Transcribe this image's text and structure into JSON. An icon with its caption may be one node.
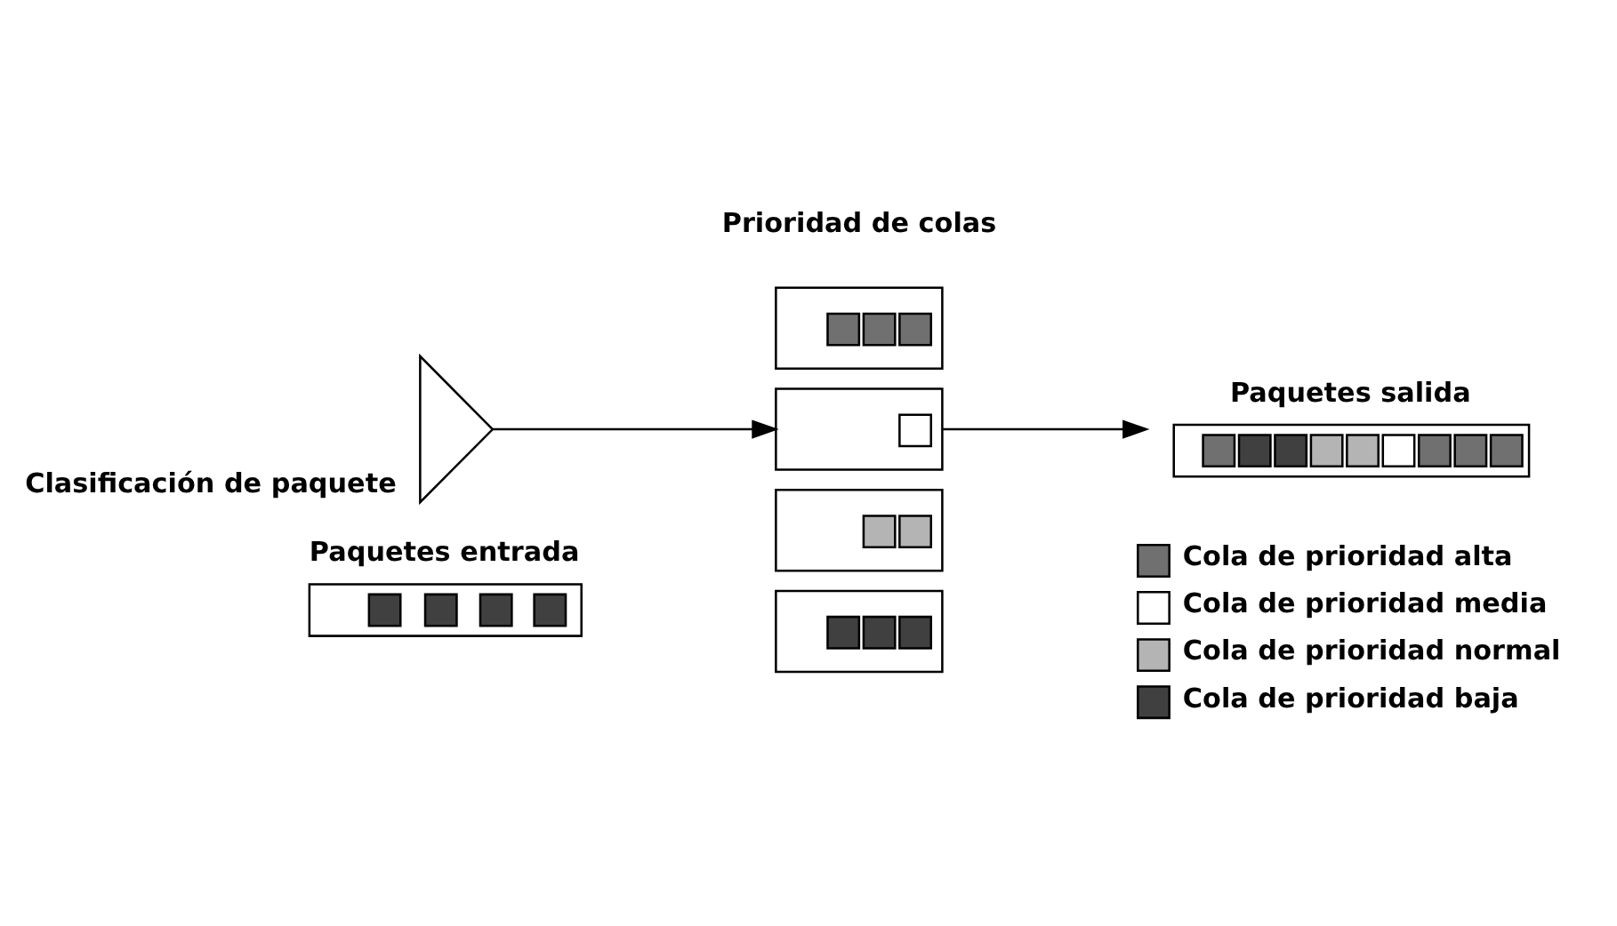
{
  "diagram": {
    "nodes": [
      {
        "text": [
          "Paquetes entrada"
        ]
      },
      {
        "text": [
          "Clasificación de paquete"
        ]
      },
      {
        "text": [],
        "shape": "box"
      },
      {
        "text": [],
        "shape": "box"
      },
      {
        "text": [],
        "shape": "box"
      },
      {
        "text": [],
        "shape": "box"
      },
      {
        "text": [
          "Paquetes salida"
        ]
      }
    ],
    "edges": [
      {
        "from": 1,
        "to": 3,
        "arrow": "to"
      },
      {
        "from": 3,
        "to": 6,
        "arrow": "to"
      }
    ],
    "labels": [
      "Prioridad de colas"
    ],
    "legend": [
      {
        "text": "Cola de prioridad alta",
        "color": "#707070"
      },
      {
        "text": "Cola de prioridad media",
        "color": "#ffffff"
      },
      {
        "text": "Cola de prioridad normal",
        "color": "#b4b4b4"
      },
      {
        "text": "Cola de prioridad baja",
        "color": "#404040"
      }
    ]
  }
}
